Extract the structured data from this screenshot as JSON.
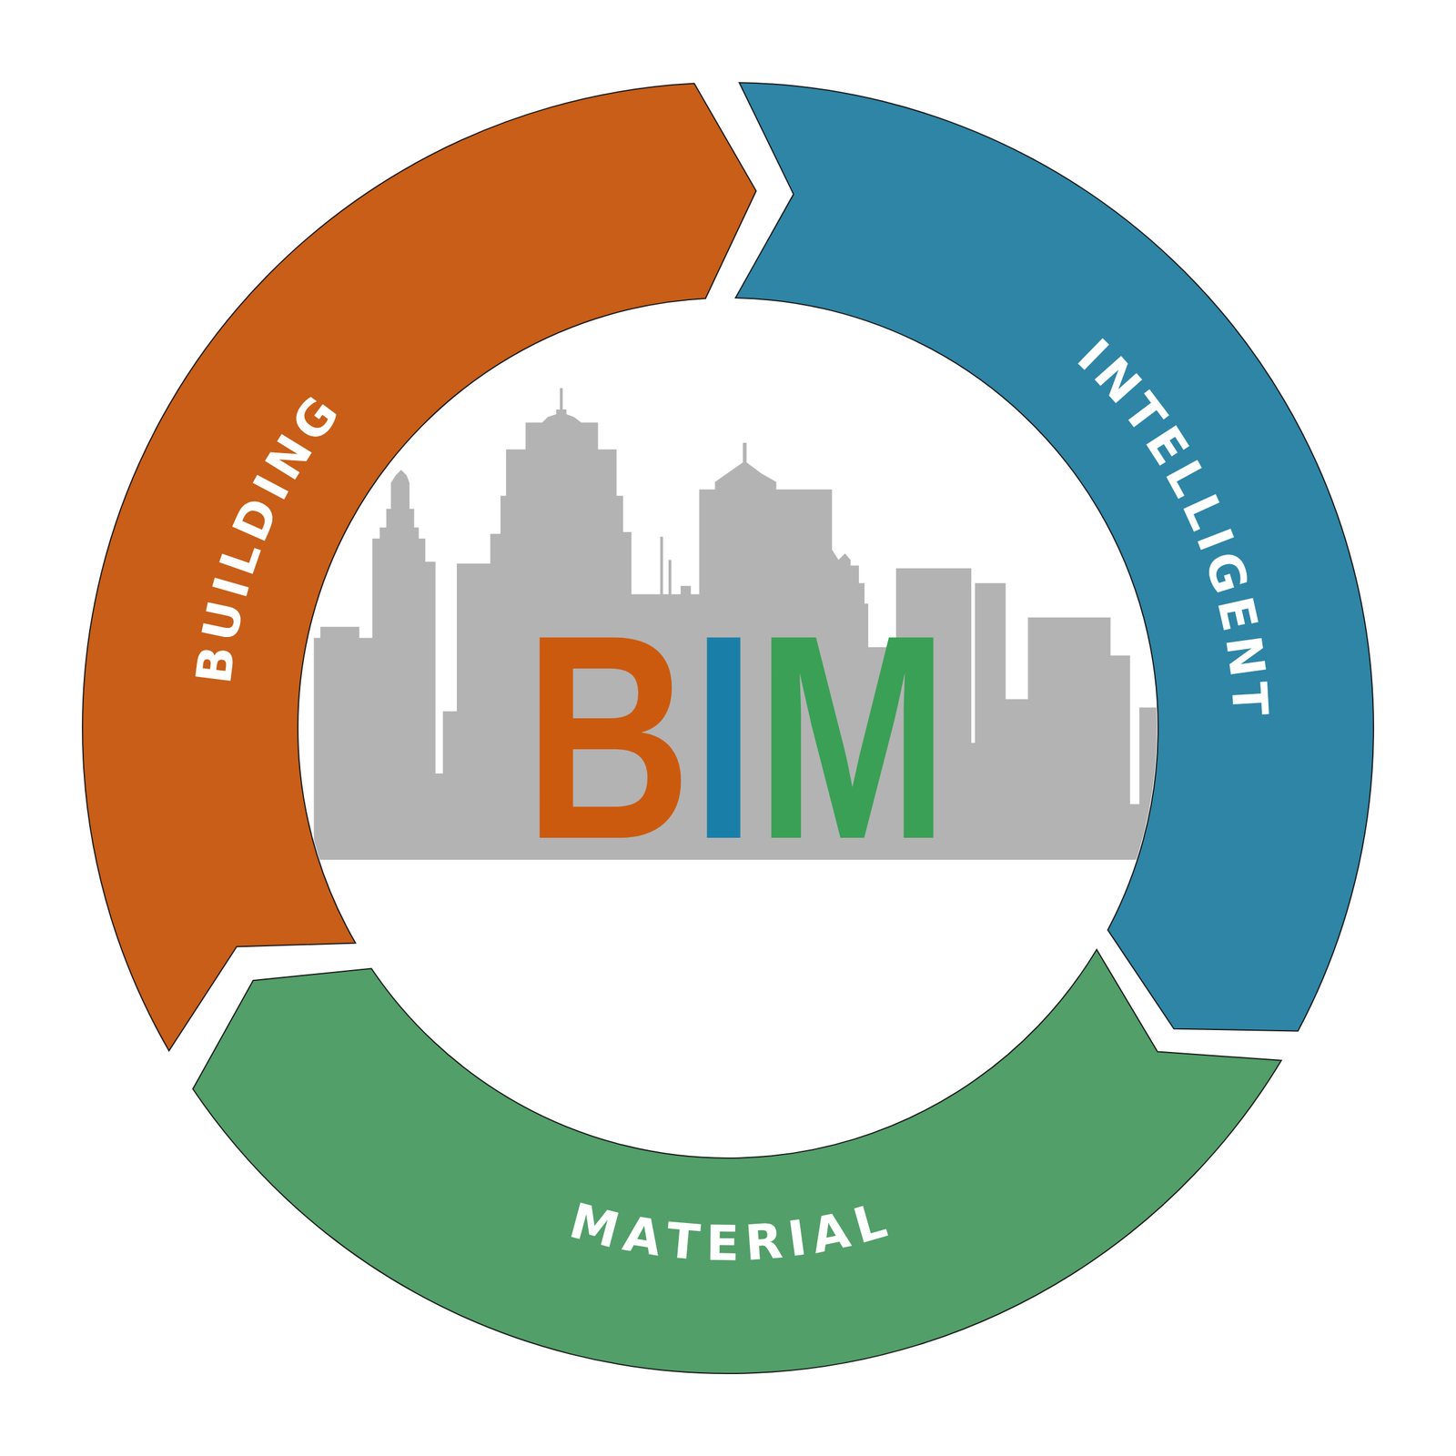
{
  "diagram": {
    "nodes": [
      {
        "text": [
          "BUILDING"
        ]
      },
      {
        "text": [
          "INTELLIGENT"
        ]
      },
      {
        "text": [
          "MATERIAL"
        ]
      }
    ],
    "labels": [
      "BIM"
    ]
  }
}
